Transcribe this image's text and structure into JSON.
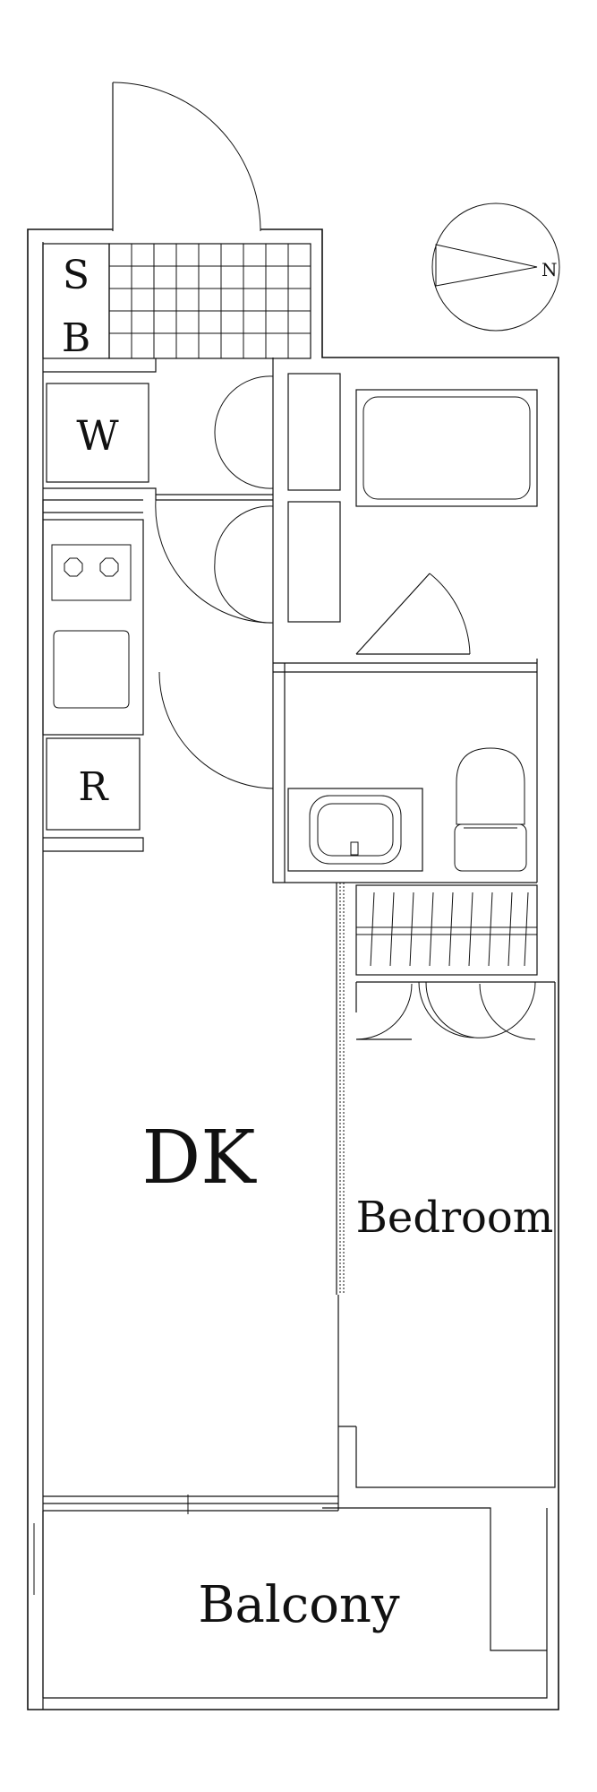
{
  "labels": {
    "shoe_box_s": "S",
    "shoe_box_b": "B",
    "washer": "W",
    "fridge": "R",
    "dining_kitchen": "DK",
    "bedroom": "Bedroom",
    "balcony": "Balcony",
    "compass_north": "N"
  },
  "colors": {
    "line": "#111111",
    "background": "#ffffff"
  }
}
